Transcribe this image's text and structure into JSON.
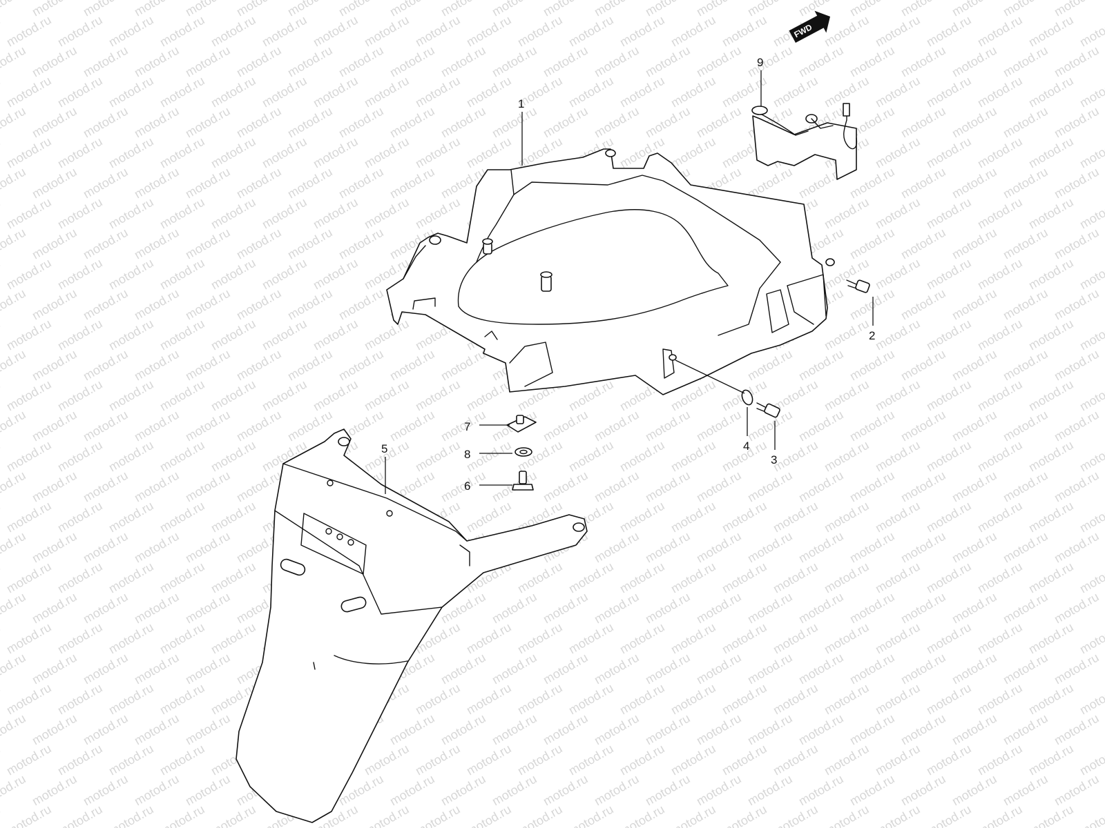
{
  "watermark": {
    "text": "motod.ru"
  },
  "direction_marker": {
    "label": "FWD"
  },
  "callouts": [
    {
      "id": "callout-1",
      "label": "1"
    },
    {
      "id": "callout-2",
      "label": "2"
    },
    {
      "id": "callout-3",
      "label": "3"
    },
    {
      "id": "callout-4",
      "label": "4"
    },
    {
      "id": "callout-5",
      "label": "5"
    },
    {
      "id": "callout-6",
      "label": "6"
    },
    {
      "id": "callout-7",
      "label": "7"
    },
    {
      "id": "callout-8",
      "label": "8"
    },
    {
      "id": "callout-9",
      "label": "9"
    }
  ],
  "colors": {
    "line": "#111111",
    "watermark": "#d7d7d7",
    "background": "#ffffff"
  }
}
